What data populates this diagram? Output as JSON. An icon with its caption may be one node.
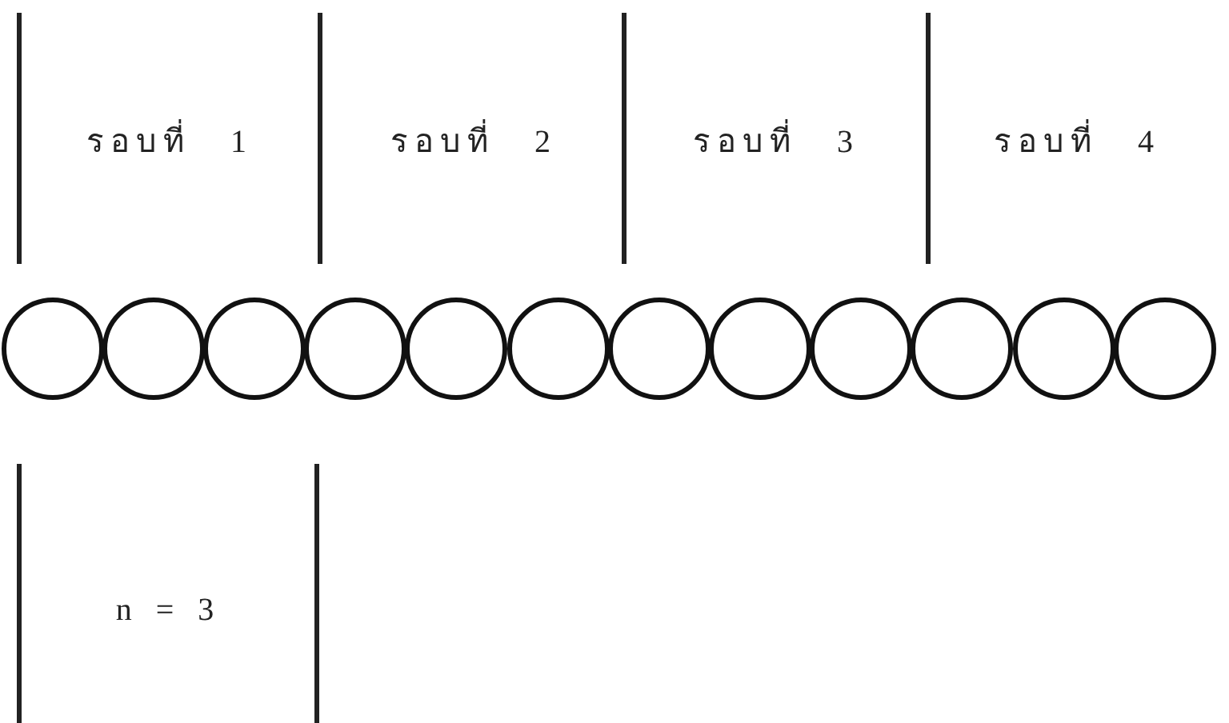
{
  "diagram": {
    "nodes": [
      {
        "text": [],
        "shape": "circle"
      },
      {
        "text": [],
        "shape": "circle"
      },
      {
        "text": [],
        "shape": "circle"
      },
      {
        "text": [],
        "shape": "circle"
      },
      {
        "text": [],
        "shape": "circle"
      },
      {
        "text": [],
        "shape": "circle"
      },
      {
        "text": [],
        "shape": "circle"
      },
      {
        "text": [],
        "shape": "circle"
      },
      {
        "text": [],
        "shape": "circle"
      },
      {
        "text": [],
        "shape": "circle"
      },
      {
        "text": [],
        "shape": "circle"
      },
      {
        "text": [],
        "shape": "circle"
      }
    ],
    "edges": [],
    "labels": [
      "รอบที่ 1",
      "รอบที่ 2",
      "รอบที่ 3",
      "รอบที่ 4",
      "n = 3"
    ]
  }
}
